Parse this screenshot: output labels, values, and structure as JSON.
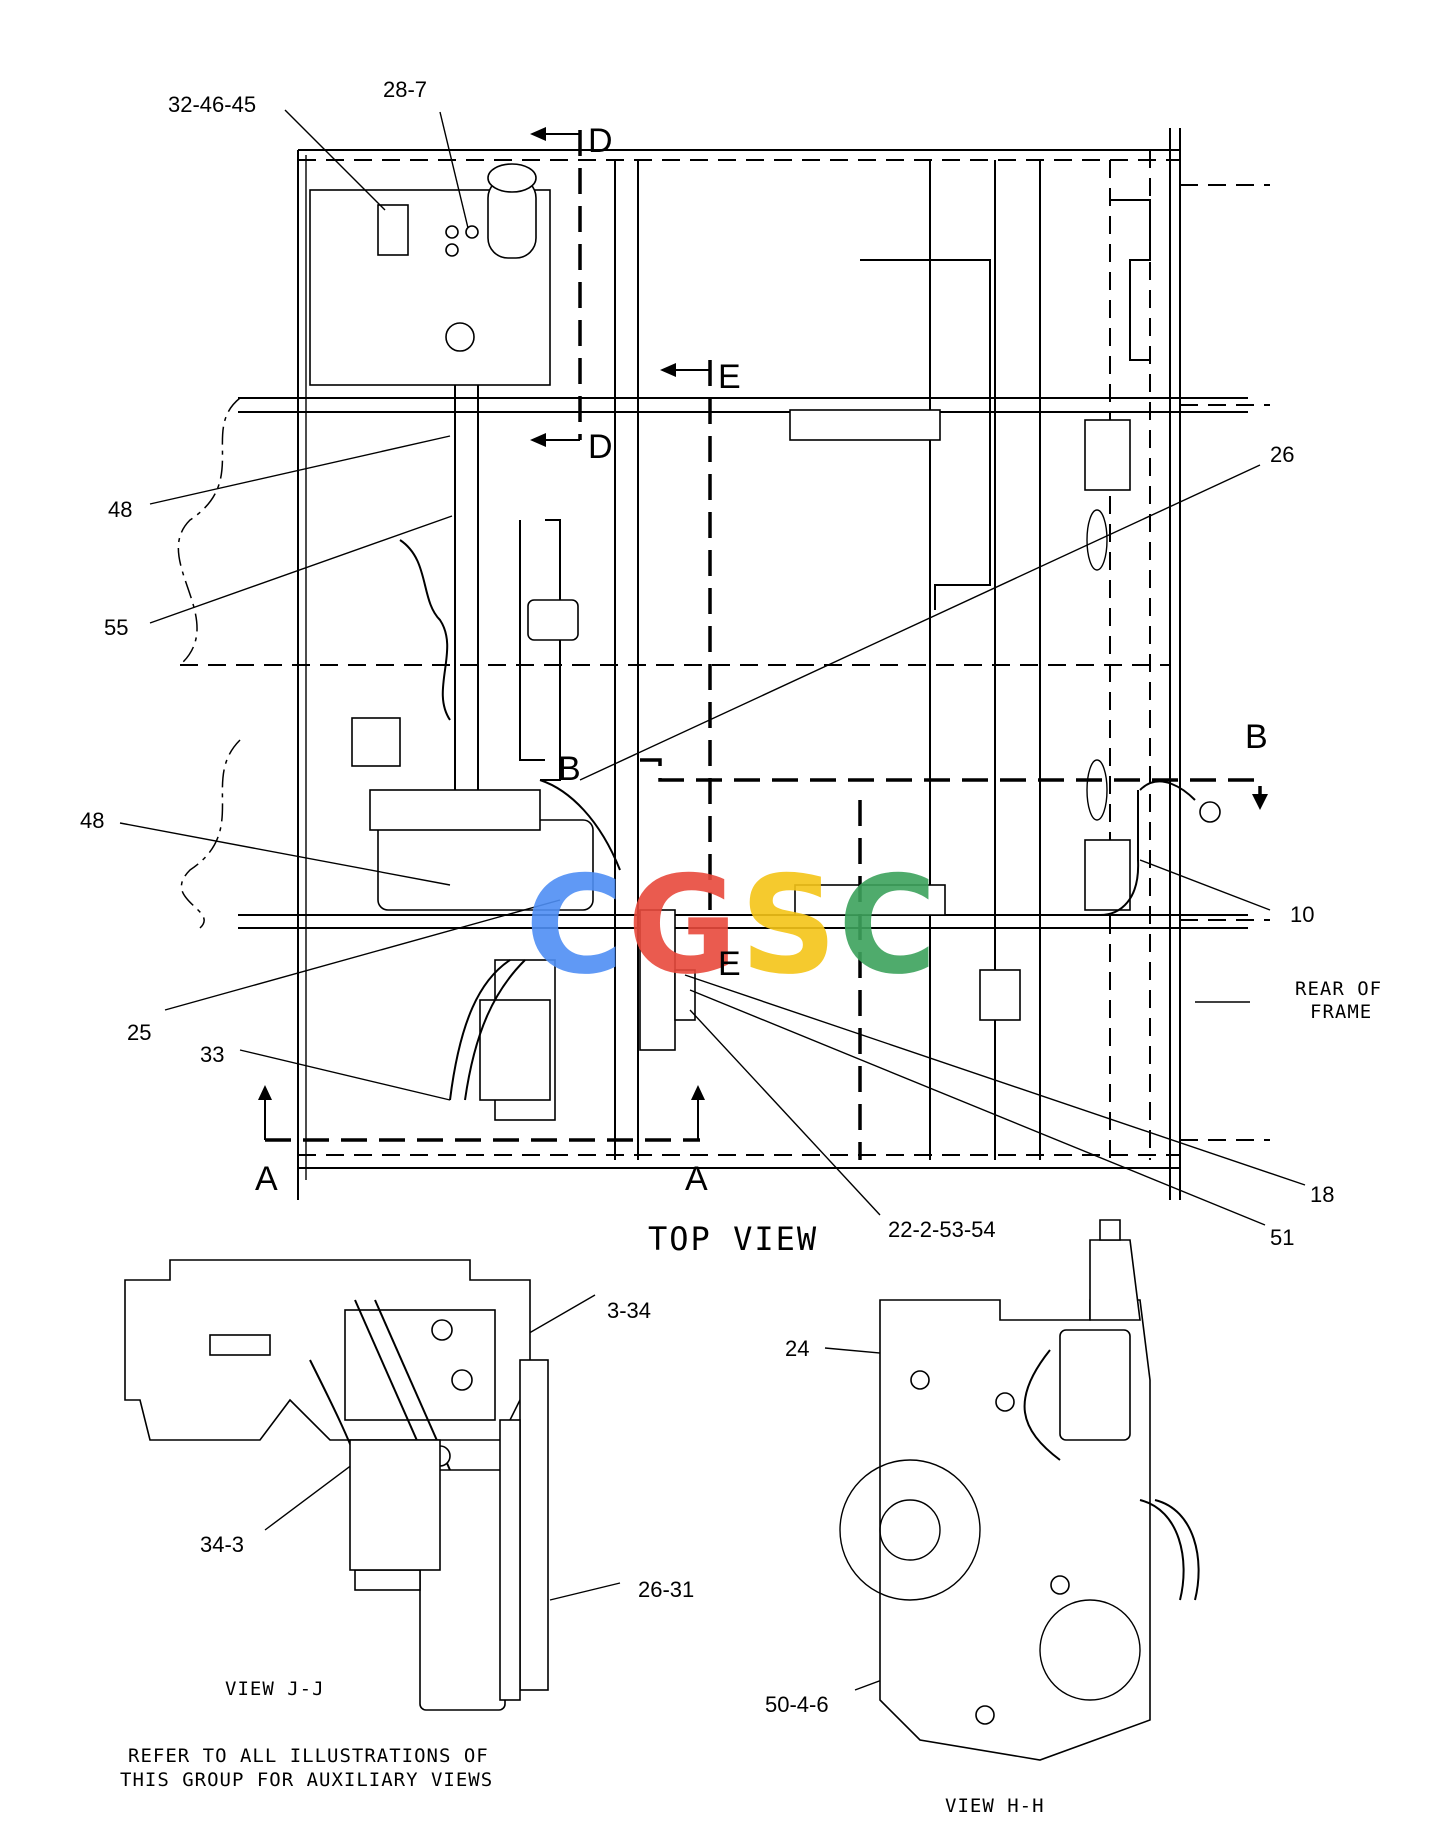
{
  "callouts": {
    "c_32_46_45": "32-46-45",
    "c_28_7": "28-7",
    "c_26": "26",
    "c_48a": "48",
    "c_55": "55",
    "c_48b": "48",
    "c_10": "10",
    "c_25": "25",
    "c_33": "33",
    "c_18": "18",
    "c_51": "51",
    "c_22_2_53_54": "22-2-53-54",
    "c_3_34": "3-34",
    "c_34_3": "34-3",
    "c_26_31": "26-31",
    "c_24": "24",
    "c_50_4_6": "50-4-6"
  },
  "section_marks": {
    "d_top": "D",
    "d_bottom": "D",
    "e_top": "E",
    "e_bottom": "E",
    "b_left": "B",
    "b_right": "B",
    "a_left": "A",
    "a_right": "A"
  },
  "notes": {
    "rear_of_frame_1": "REAR OF",
    "rear_of_frame_2": "FRAME",
    "top_view": "TOP VIEW",
    "view_jj": "VIEW J-J",
    "view_hh": "VIEW H-H",
    "refer_1": "REFER TO ALL ILLUSTRATIONS OF",
    "refer_2": "THIS GROUP FOR AUXILIARY VIEWS"
  },
  "watermark": {
    "letters": [
      "C",
      "G",
      "S",
      "C"
    ],
    "colors": [
      "#4f8ff5",
      "#e84a3c",
      "#f5c518",
      "#3da35d"
    ]
  }
}
